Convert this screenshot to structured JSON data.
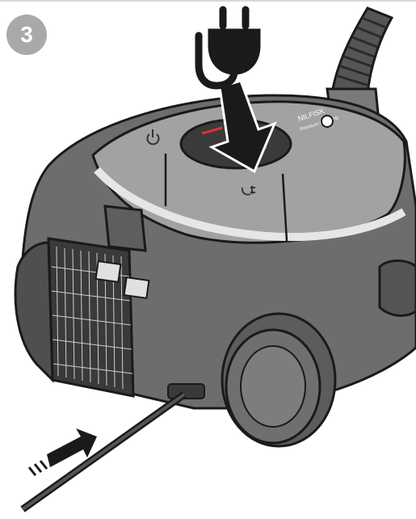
{
  "step": {
    "number": "3"
  },
  "device": {
    "brand_text": "NILFISK",
    "model_text": "Premium Cleaning"
  },
  "colors": {
    "body": "#6d6d6d",
    "body_dark": "#4f4f4f",
    "lid": "#a2a2a2",
    "outline": "#1a1a1a",
    "badge": "#a9a9a9"
  }
}
